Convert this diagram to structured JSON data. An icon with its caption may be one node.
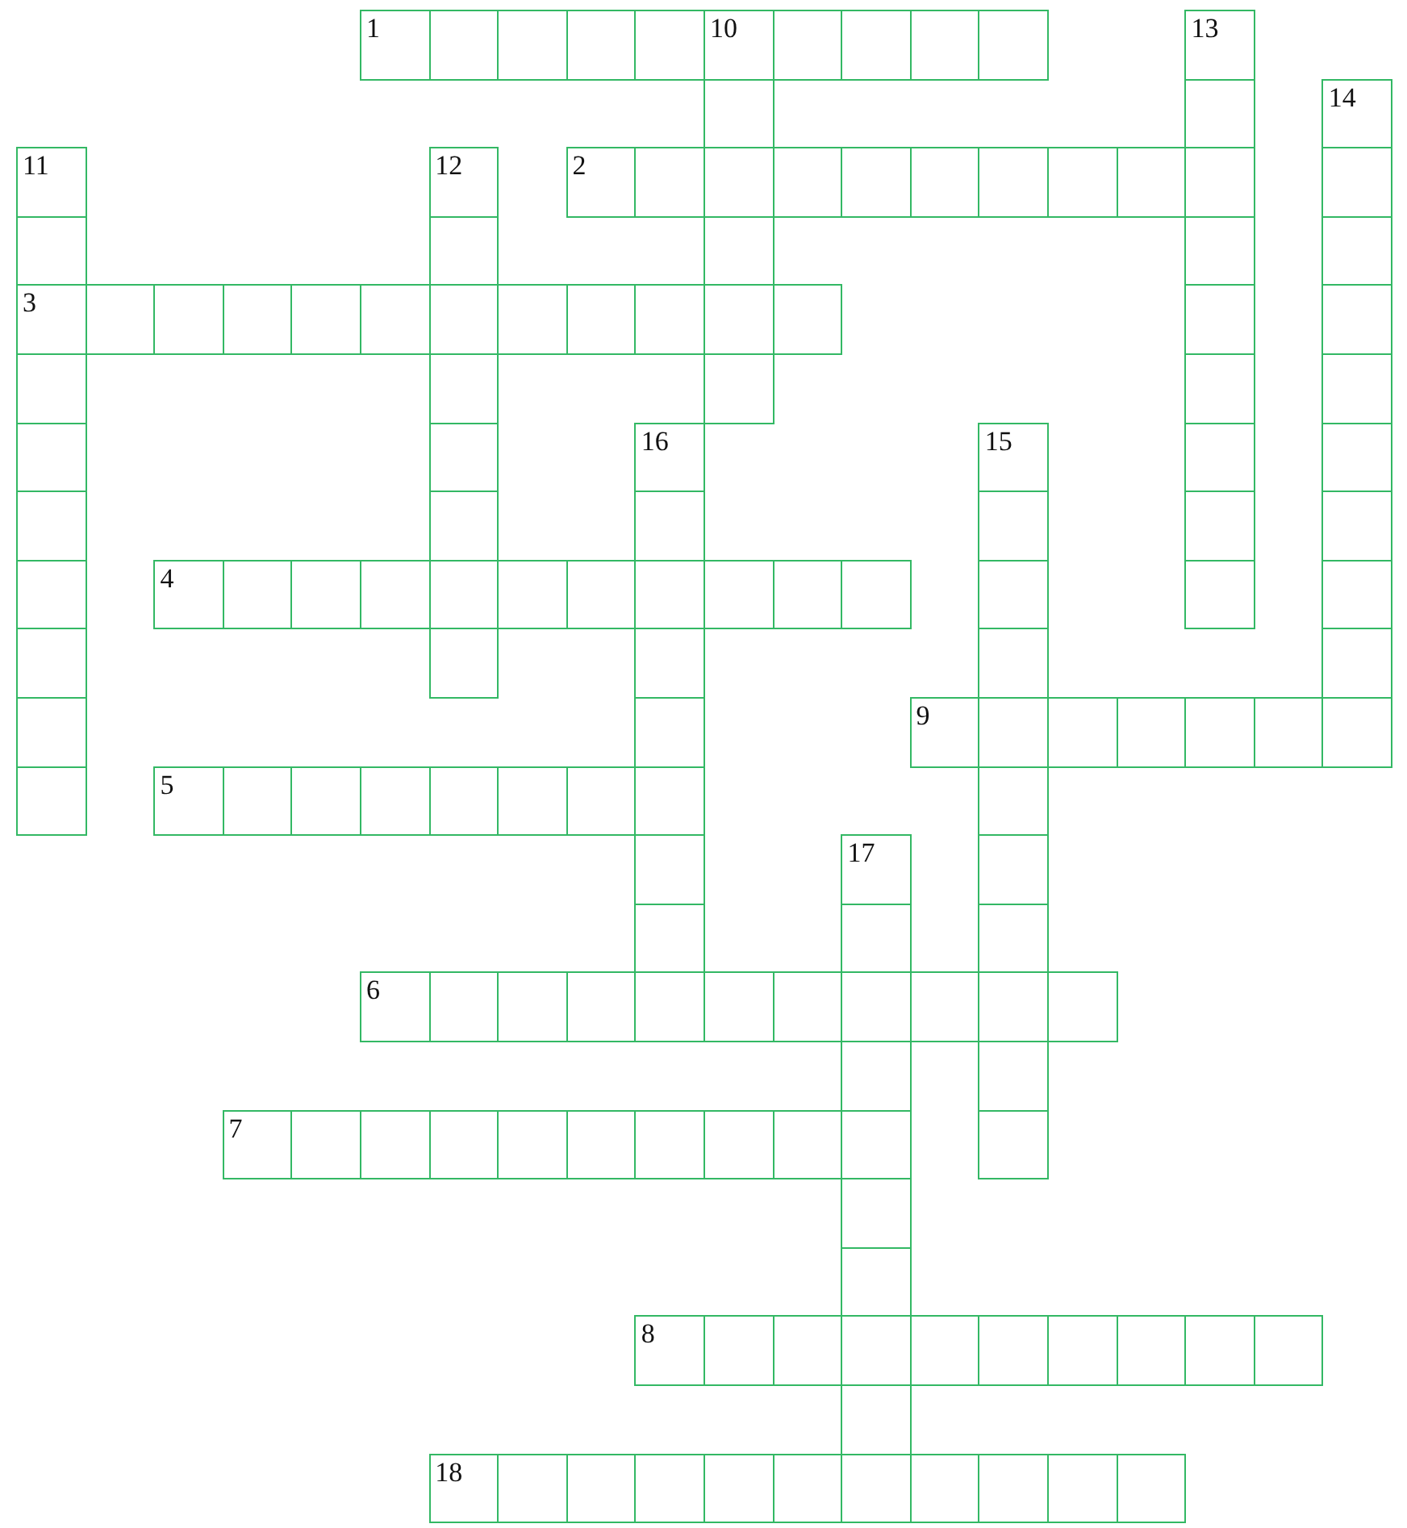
{
  "diagram": {
    "labels": [
      "1",
      "10",
      "13",
      "14",
      "11",
      "12",
      "2",
      "3",
      "16",
      "15",
      "4",
      "9",
      "5",
      "17",
      "6",
      "7",
      "8",
      "18"
    ]
  }
}
